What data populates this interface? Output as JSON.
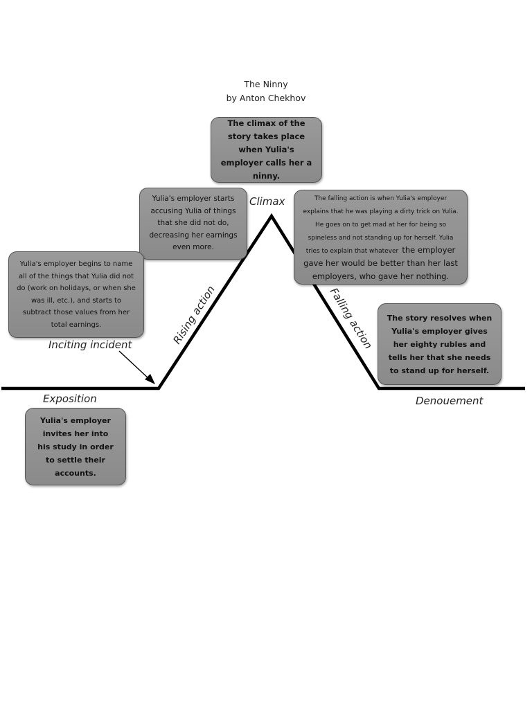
{
  "header": {
    "title": "The Ninny",
    "author_line": "by Anton Chekhov"
  },
  "stages": {
    "exposition": "Exposition",
    "inciting_incident": "Inciting incident",
    "rising_action": "Rising action",
    "climax": "Climax",
    "falling_action": "Falling action",
    "denouement": "Denouement"
  },
  "boxes": {
    "inciting": "Yulia's employer begins to name all of the things that Yulia did not do (work on holidays, or when she was ill, etc.), and starts to subtract those values from her total earnings.",
    "rising": "Yulia's employer starts accusing Yulia of things that she did not do, decreasing her earnings even more.",
    "climax": "The climax of the story takes place when Yulia's employer calls her a ninny.",
    "falling_part1": "The falling action is when Yulia's employer explains that he was playing a dirty trick on Yulia. He goes on to get mad at her for being so spineless and not standing up for herself. Yulia tries to explain that whatever",
    "falling_part2": "the employer gave her would be better than her last employers, who gave her nothing.",
    "resolution": "The story resolves when Yulia's employer gives her eighty rubles and tells her that she needs to stand up for herself.",
    "exposition": "Yulia's employer invites her into his study in order to settle their accounts."
  },
  "colors": {
    "box_fill": "#8f8f8f",
    "line": "#000000"
  }
}
